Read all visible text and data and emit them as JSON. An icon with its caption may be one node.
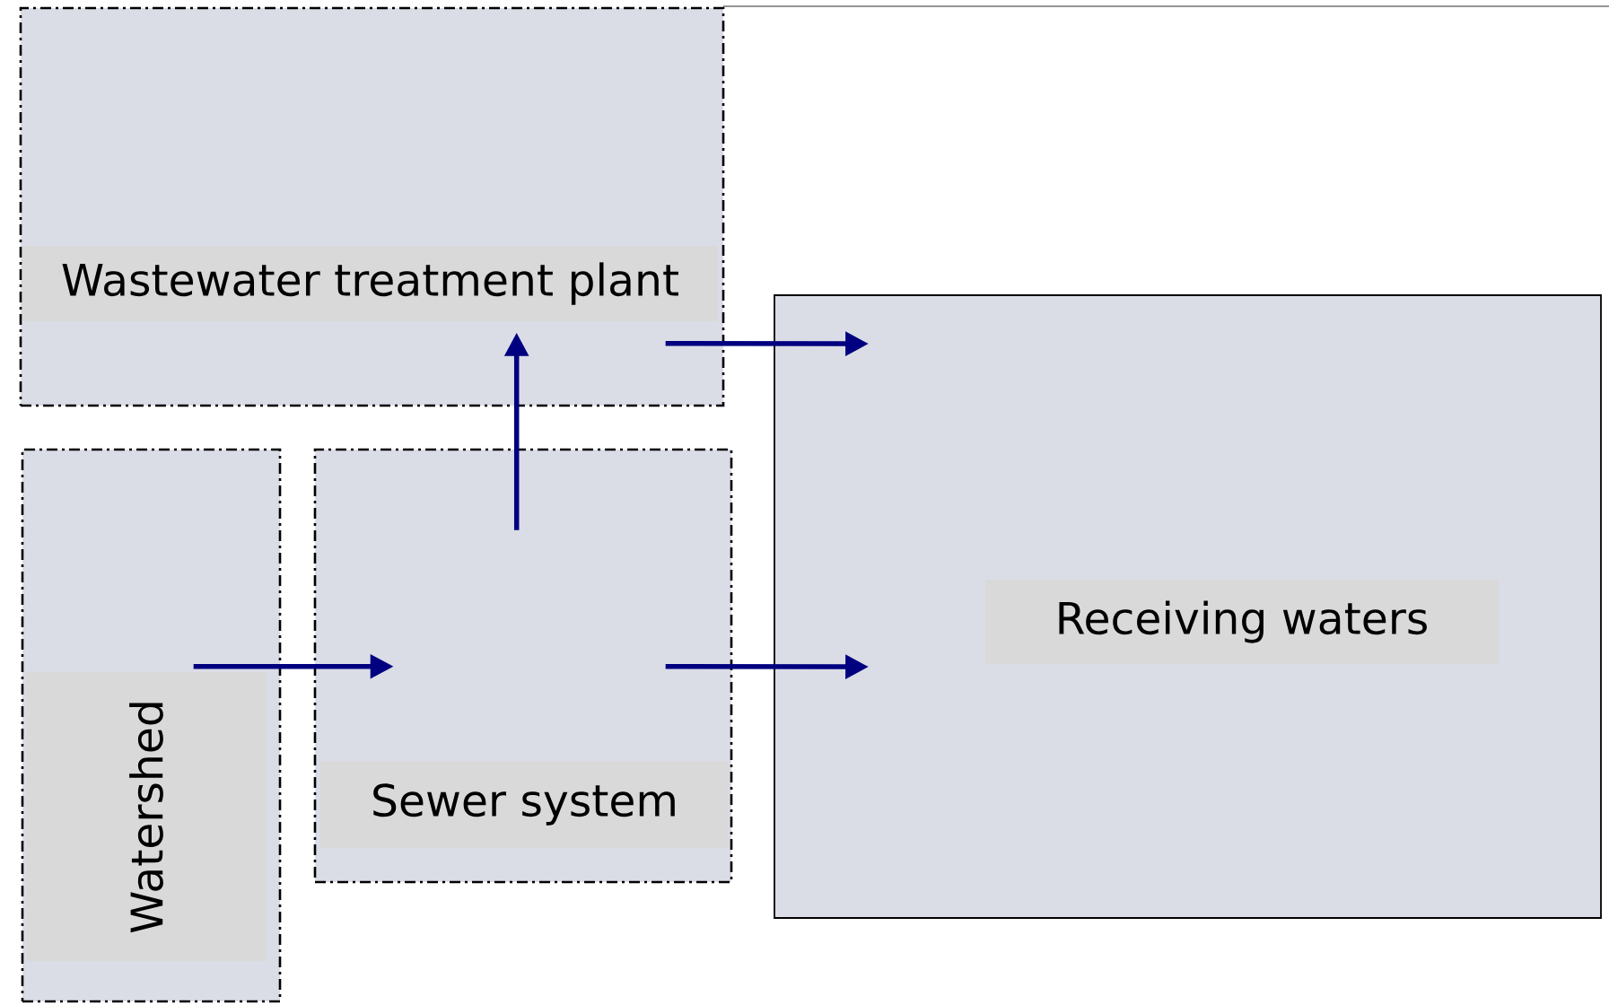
{
  "diagram": {
    "nodes": [
      {
        "text": [
          "Wastewater treatment plant"
        ]
      },
      {
        "text": [
          "Watershed"
        ]
      },
      {
        "text": [
          "Sewer system"
        ]
      },
      {
        "text": [
          "Receiving waters"
        ]
      }
    ],
    "edges": [
      {
        "from": 1,
        "to": 2,
        "arrow": "to"
      },
      {
        "from": 2,
        "to": 0,
        "arrow": "to"
      },
      {
        "from": 0,
        "to": 3,
        "arrow": "to"
      },
      {
        "from": 2,
        "to": 3,
        "arrow": "to"
      }
    ]
  }
}
